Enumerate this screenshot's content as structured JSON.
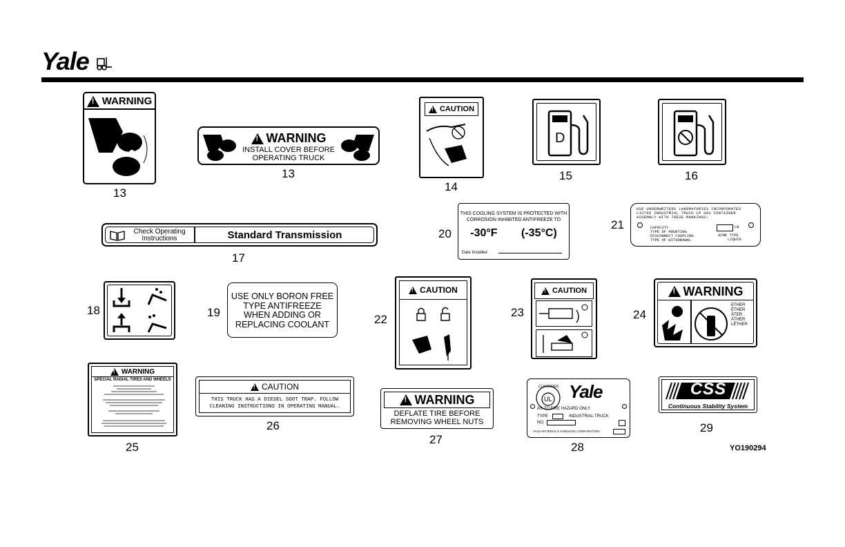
{
  "brand": {
    "logo_text": "Yale"
  },
  "decals": {
    "d13a": {
      "header": "WARNING",
      "number": "13"
    },
    "d13b": {
      "header": "WARNING",
      "line1": "INSTALL COVER BEFORE",
      "line2": "OPERATING TRUCK",
      "number": "13"
    },
    "d14": {
      "header": "CAUTION",
      "number": "14"
    },
    "d15": {
      "letter": "D",
      "number": "15"
    },
    "d16": {
      "number": "16"
    },
    "d17": {
      "left_line1": "Check Operating",
      "left_line2": "Instructions",
      "right": "Standard Transmission",
      "number": "17"
    },
    "d18": {
      "number": "18"
    },
    "d19": {
      "line1": "USE ONLY BORON FREE",
      "line2": "TYPE ANTIFREEZE",
      "line3": "WHEN ADDING OR",
      "line4": "REPLACING COOLANT",
      "number": "19"
    },
    "d20": {
      "line1": "THIS COOLING SYSTEM IS PROTECTED WITH",
      "line2": "CORROSION INHIBITED ANTIFREEZE TO",
      "temp_f": "-30°F",
      "temp_c": "(-35°C)",
      "date_label": "Date Installed",
      "number": "20"
    },
    "d21": {
      "line1": "USE UNDERWRITERS LABORATORIES INCORPORATED",
      "line2": "LISTED INDUSTRIAL TRUCK LP GAS CONTAINER",
      "line3": "ASSEMBLY WITH THESE MARKINGS:",
      "item1": "CAPACITY",
      "item2": "TYPE OF MOUNTING",
      "item3": "DISCONNECT COUPLING",
      "item4": "TYPE OF WITHDRAWAL",
      "lb": "LB",
      "acme": "ACME TYPE",
      "liquid": "LIQUID",
      "number": "21"
    },
    "d22": {
      "header": "CAUTION",
      "number": "22"
    },
    "d23": {
      "header": "CAUTION",
      "number": "23"
    },
    "d24": {
      "header": "WARNING",
      "words": [
        "ETHER",
        "ÉTHER",
        "ÄTER",
        "ÄTHER",
        "LÉTHER"
      ],
      "number": "24"
    },
    "d25": {
      "header": "WARNING",
      "subheader": "SPECIAL RADIAL TIRES AND WHEELS",
      "number": "25"
    },
    "d26": {
      "header": "CAUTION",
      "line1": "THIS TRUCK HAS A DIESEL SOOT TRAP.  FOLLOW",
      "line2": "CLEANING INSTRUCTIONS IN OPERATING MANUAL.",
      "number": "26"
    },
    "d27": {
      "header": "WARNING",
      "line1": "DEFLATE TIRE BEFORE",
      "line2": "REMOVING WHEEL NUTS",
      "number": "27"
    },
    "d28": {
      "classified": "CLASSIFIED",
      "ul": "UL",
      "brand": "Yale",
      "line1": "AS TO FIRE HAZARD ONLY",
      "type_label": "TYPE",
      "truck_label": "INDUSTRIAL TRUCK",
      "no_label": "NO.",
      "footer": "YALE MATERIALS HANDLING CORPORATION",
      "number": "28"
    },
    "d29": {
      "logo": "CSS",
      "tagline": "Continuous Stability System",
      "number": "29"
    }
  },
  "figure_id": "YO190294"
}
